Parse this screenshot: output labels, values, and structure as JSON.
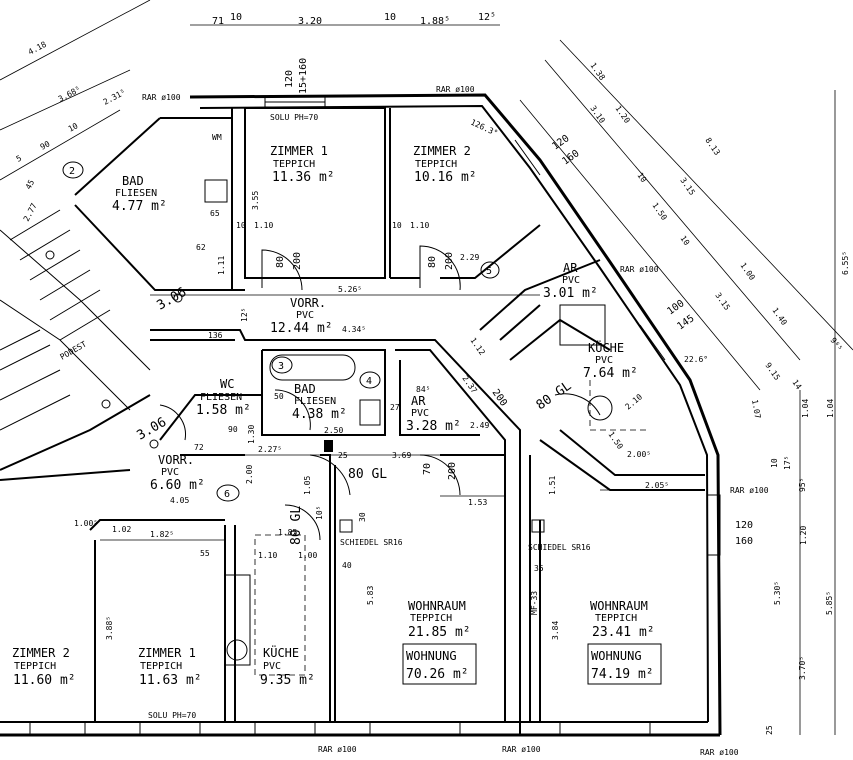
{
  "rooms": {
    "zimmer1_top": {
      "name": "ZIMMER 1",
      "floor": "TEPPICH",
      "area": "11.36 m²"
    },
    "zimmer2_top": {
      "name": "ZIMMER 2",
      "floor": "TEPPICH",
      "area": "10.16 m²"
    },
    "bad_top": {
      "name": "BAD",
      "floor": "FLIESEN",
      "area": "4.77 m²"
    },
    "vorr_top": {
      "name": "VORR.",
      "floor": "PVC",
      "area": "12.44 m²"
    },
    "ar_top": {
      "name": "AR",
      "floor": "PVC",
      "area": "3.01 m²"
    },
    "kueche_top": {
      "name": "KÜCHE",
      "floor": "PVC",
      "area": "7.64 m²"
    },
    "wc": {
      "name": "WC",
      "floor": "FLIESEN",
      "area": "1.58 m²"
    },
    "bad_mid": {
      "name": "BAD",
      "floor": "FLIESEN",
      "area": "4.38 m²"
    },
    "ar_mid": {
      "name": "AR",
      "floor": "PVC",
      "area": "3.28 m²"
    },
    "vorr_mid": {
      "name": "VORR.",
      "floor": "PVC",
      "area": "6.60 m²"
    },
    "zimmer2_bottom": {
      "name": "ZIMMER 2",
      "floor": "TEPPICH",
      "area": "11.60 m²"
    },
    "zimmer1_bottom": {
      "name": "ZIMMER 1",
      "floor": "TEPPICH",
      "area": "11.63 m²"
    },
    "kueche_bottom": {
      "name": "KÜCHE",
      "floor": "PVC",
      "area": "9.35 m²"
    },
    "wohnraum_left": {
      "name": "WOHNRAUM",
      "floor": "TEPPICH",
      "area": "21.85 m²"
    },
    "wohnraum_right": {
      "name": "WOHNRAUM",
      "floor": "TEPPICH",
      "area": "23.41 m²"
    }
  },
  "units": [
    {
      "label": "WOHNUNG",
      "area": "70.26 m²"
    },
    {
      "label": "WOHNUNG",
      "area": "74.19 m²"
    }
  ],
  "markers": [
    "2",
    "3",
    "4",
    "5",
    "6"
  ],
  "annotations": {
    "rar": "RAR ø100",
    "solu": "SOLU  PH=70",
    "schiedel": "SCHIEDEL SR16",
    "gl": "80 GL",
    "mf": "MF-33",
    "wm": "WM",
    "podest": "PODEST"
  },
  "dimensions": {
    "top": [
      "71",
      "10",
      "3.20",
      "10",
      "1.88⁵",
      "12⁵"
    ],
    "top_vertical": [
      "120",
      "15+160"
    ],
    "window_right": [
      "120",
      "160"
    ],
    "window_kueche": [
      "100",
      "145"
    ],
    "window_bottom_right": [
      "120",
      "160"
    ],
    "diagonal_right": [
      "1.38",
      "1.20",
      "3.10",
      "10",
      "1.50",
      "3.15",
      "8.13",
      "10",
      "1.00",
      "3.15",
      "1.40",
      "9.15",
      "14",
      "9⁶⁵"
    ],
    "right_vertical": [
      "6.55⁵",
      "1.04",
      "1.04",
      "10",
      "17⁵",
      "95⁵",
      "1.20",
      "5.30⁵",
      "3.70⁵",
      "5.85⁵",
      "25"
    ],
    "diagonal_left": [
      "4.18",
      "3.68⁵",
      "2.31⁵",
      "90",
      "10",
      "5",
      "45",
      "2.77"
    ],
    "interior": [
      "3.55",
      "10",
      "1.10",
      "10",
      "1.10",
      "80",
      "200",
      "80",
      "200",
      "2.29",
      "5.26⁵",
      "12⁵",
      "4.34⁵",
      "65",
      "62",
      "1.11",
      "3.06",
      "3.06",
      "2.27⁵",
      "2.50",
      "25",
      "3.69",
      "1.53",
      "84⁵",
      "27",
      "2.49",
      "2.37",
      "1.12",
      "200",
      "1.05",
      "5.83",
      "1.51",
      "3.84",
      "3.88⁵",
      "1.82⁵",
      "1.00",
      "2.05⁵",
      "2.00⁵",
      "2.10",
      "1.50",
      "1.07",
      "22.6°",
      "126.3°",
      "4.05",
      "40",
      "35",
      "55",
      "1.10",
      "1.85",
      "30",
      "72",
      "90",
      "50",
      "1.30",
      "2.00",
      "10⁵",
      "70",
      "200",
      "136",
      "1.02",
      "1.00⁵"
    ]
  }
}
